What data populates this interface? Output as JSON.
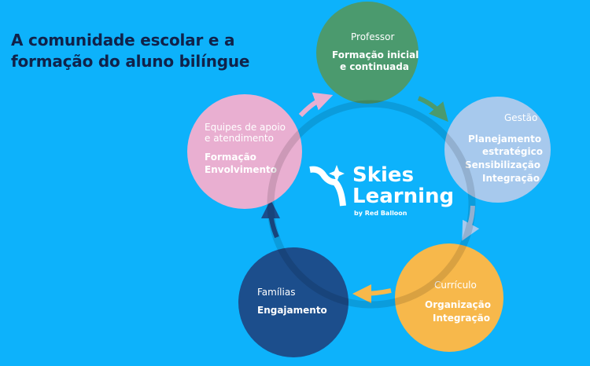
{
  "title": [
    "A comunidade escolar e a",
    "formação do aluno bilíngue"
  ],
  "logo": {
    "name": [
      "Skies",
      "Learning"
    ],
    "byline": "by Red Balloon"
  },
  "nodes": [
    {
      "label": [
        "Professor"
      ],
      "items": [
        "Formação inicial",
        "e continuada"
      ],
      "color": "#4b9a6e"
    },
    {
      "label": [
        "Gestão"
      ],
      "items": [
        "Planejamento",
        "estratégico",
        "Sensibilização",
        "Integração"
      ],
      "color": "#a7c9ed"
    },
    {
      "label": [
        "Currículo"
      ],
      "items": [
        "Organização",
        "Integração"
      ],
      "color": "#f7b84b"
    },
    {
      "label": [
        "Famílias"
      ],
      "items": [
        "Engajamento"
      ],
      "color": "#1c4e8c"
    },
    {
      "label": [
        "Equipes de apoio",
        "e atendimento"
      ],
      "items": [
        "Formação",
        "Envolvimento"
      ],
      "color": "#e9afd1"
    }
  ]
}
